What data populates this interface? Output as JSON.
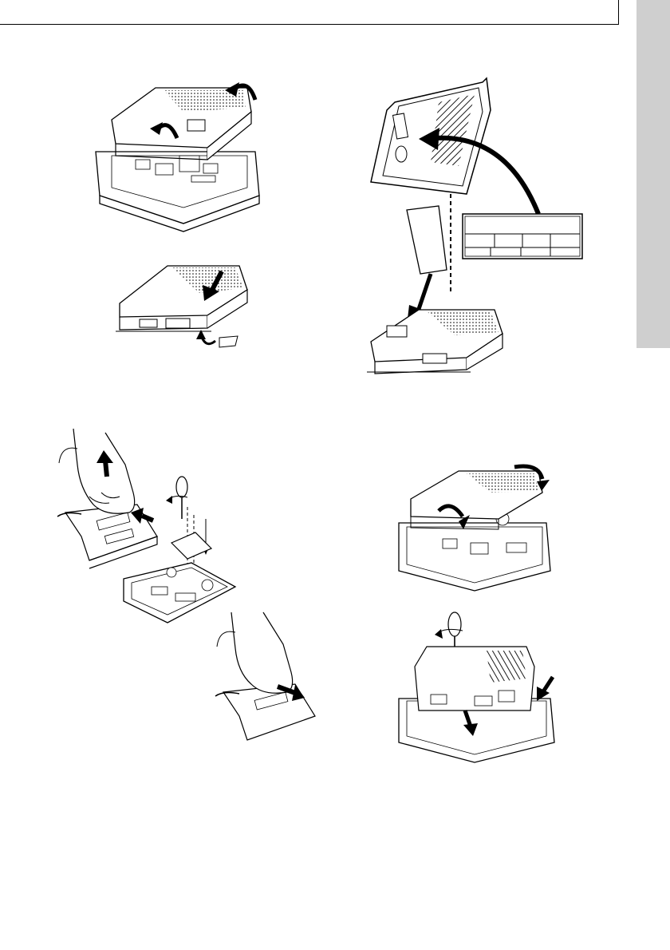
{
  "page": {
    "sidebar_tab_color": "#cfcfcf",
    "line_color": "#000000"
  },
  "figures": [
    {
      "id": "fig-lift-cover",
      "icon": "curved-arrow-icon"
    },
    {
      "id": "fig-module-back-label",
      "icon": "curved-arrow-icon"
    },
    {
      "id": "fig-remove-cover-tab",
      "icon": "arrow-icon"
    },
    {
      "id": "fig-insert-card-slot",
      "icon": "arrow-icon"
    },
    {
      "id": "fig-hand-unplug-connector",
      "icon": "hand-icon"
    },
    {
      "id": "fig-screwdriver-mount-board",
      "icon": "screwdriver-icon"
    },
    {
      "id": "fig-hand-plug-connector",
      "icon": "hand-icon"
    },
    {
      "id": "fig-close-cover",
      "icon": "curved-arrow-icon"
    },
    {
      "id": "fig-screw-fasten-cover",
      "icon": "screwdriver-icon"
    }
  ]
}
